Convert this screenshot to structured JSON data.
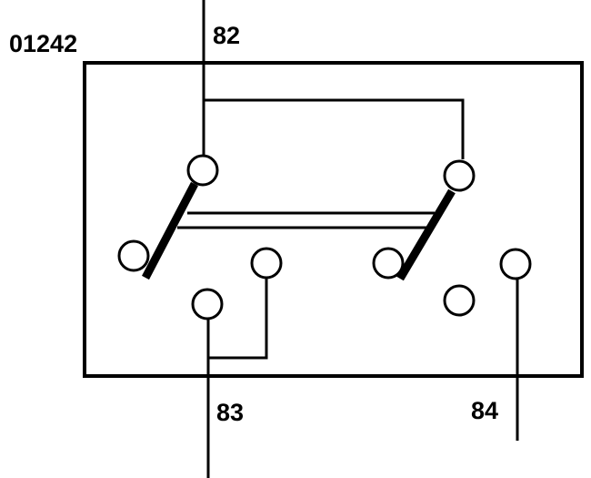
{
  "part_number": "01242",
  "terminals": {
    "t82": "82",
    "t83": "83",
    "t84": "84"
  },
  "colors": {
    "line": "#000000",
    "background": "#ffffff"
  }
}
